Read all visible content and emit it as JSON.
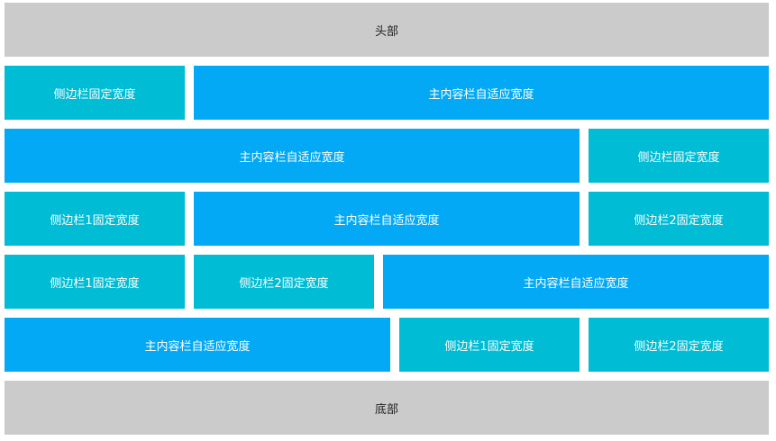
{
  "header": {
    "label": "头部"
  },
  "footer": {
    "label": "底部"
  },
  "rows": [
    {
      "side": "侧边栏固定宽度",
      "main": "主内容栏自适应宽度"
    },
    {
      "main": "主内容栏自适应宽度",
      "side": "侧边栏固定宽度"
    },
    {
      "side1": "侧边栏1固定宽度",
      "main": "主内容栏自适应宽度",
      "side2": "侧边栏2固定宽度"
    },
    {
      "side1": "侧边栏1固定宽度",
      "side2": "侧边栏2固定宽度",
      "main": "主内容栏自适应宽度"
    },
    {
      "main": "主内容栏自适应宽度",
      "side1": "侧边栏1固定宽度",
      "side2": "侧边栏2固定宽度"
    }
  ],
  "colors": {
    "header_footer": "#cbcbcb",
    "sidebar": "#00bcd4",
    "main": "#03a9f4"
  }
}
